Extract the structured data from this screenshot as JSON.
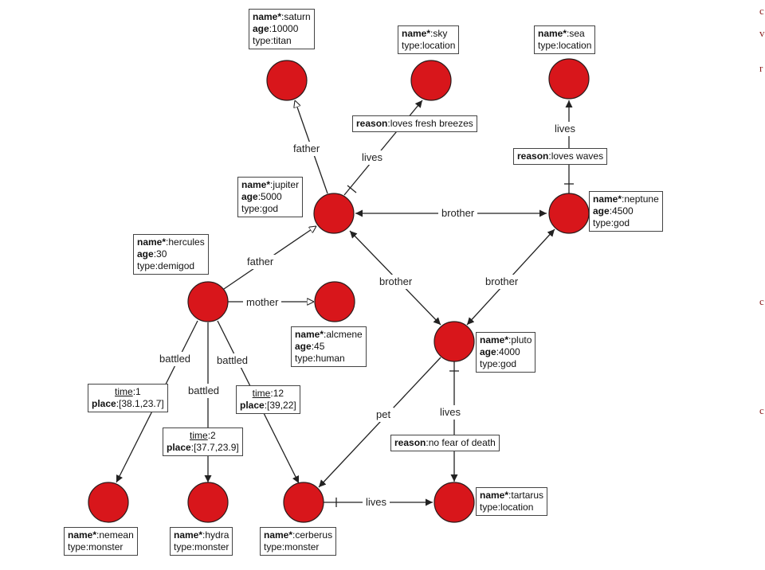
{
  "nodes": {
    "saturn": {
      "name": "saturn",
      "age": "10000",
      "type": "titan"
    },
    "sky": {
      "name": "sky",
      "type": "location"
    },
    "sea": {
      "name": "sea",
      "type": "location"
    },
    "jupiter": {
      "name": "jupiter",
      "age": "5000",
      "type": "god"
    },
    "neptune": {
      "name": "neptune",
      "age": "4500",
      "type": "god"
    },
    "hercules": {
      "name": "hercules",
      "age": "30",
      "type": "demigod"
    },
    "alcmene": {
      "name": "alcmene",
      "age": "45",
      "type": "human"
    },
    "pluto": {
      "name": "pluto",
      "age": "4000",
      "type": "god"
    },
    "nemean": {
      "name": "nemean",
      "type": "monster"
    },
    "hydra": {
      "name": "hydra",
      "type": "monster"
    },
    "cerberus": {
      "name": "cerberus",
      "type": "monster"
    },
    "tartarus": {
      "name": "tartarus",
      "type": "location"
    }
  },
  "keys": {
    "name": "name*",
    "age": "age",
    "type": "type",
    "time": "time",
    "place": "place",
    "reason": "reason"
  },
  "edges": {
    "jupiter_saturn": "father",
    "jupiter_sky": "lives",
    "neptune_sea": "lives",
    "jupiter_neptune": "brother",
    "hercules_jupiter": "father",
    "hercules_alcmene": "mother",
    "jupiter_pluto": "brother",
    "neptune_pluto": "brother",
    "hercules_nemean": "battled",
    "hercules_hydra": "battled",
    "hercules_cerberus": "battled",
    "pluto_cerberus": "pet",
    "pluto_tartarus": "lives",
    "cerberus_tartarus": "lives"
  },
  "edge_props": {
    "sky_reason": "loves fresh breezes",
    "sea_reason": "loves waves",
    "tartarus_reason": "no fear of death",
    "nemean_time": "1",
    "nemean_place": "[38.1,23.7]",
    "hydra_time": "2",
    "hydra_place": "[37.7,23.9]",
    "cerberus_time": "12",
    "cerberus_place": "[39,22]"
  },
  "side_text": [
    "c",
    "v",
    "r",
    "c",
    "c"
  ],
  "colors": {
    "node_fill": "#d8161b",
    "side_text": "#8a1a1a"
  }
}
